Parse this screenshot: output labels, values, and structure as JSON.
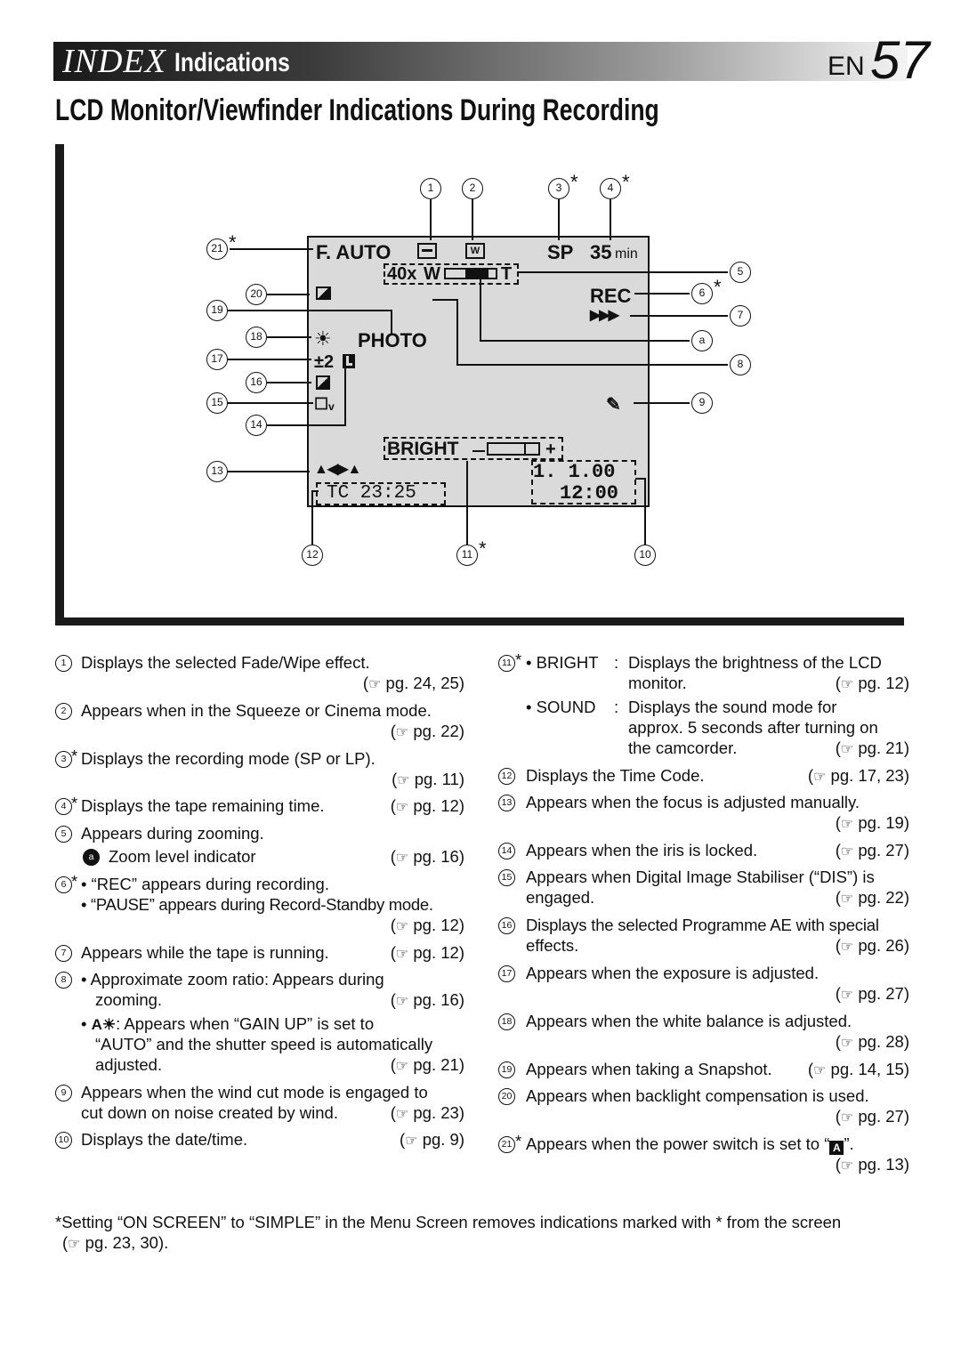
{
  "header": {
    "index_word": "INDEX",
    "indications_word": "Indications",
    "page_prefix": "EN",
    "page_number": "57"
  },
  "section_title": "LCD Monitor/Viewfinder Indications During Recording",
  "lcd": {
    "f_auto": "F. AUTO",
    "tape_mode": "SP",
    "tape_remaining": "35",
    "tape_unit": "min",
    "zoom_ratio": "40x",
    "zoom_w": "W",
    "zoom_t": "T",
    "rec": "REC",
    "photo": "PHOTO",
    "exposure": "±2",
    "bright": "BRIGHT",
    "date": "1.  1.00",
    "time": "12:00",
    "timecode": "TC 23:25"
  },
  "callouts": {
    "c1": "1",
    "c2": "2",
    "c3": "3",
    "c4": "4",
    "c5": "5",
    "c6": "6",
    "c7": "7",
    "c8": "8",
    "c9": "9",
    "c10": "10",
    "c11": "11",
    "c12": "12",
    "c13": "13",
    "c14": "14",
    "c15": "15",
    "c16": "16",
    "c17": "17",
    "c18": "18",
    "c19": "19",
    "c20": "20",
    "c21": "21",
    "ca": "a"
  },
  "left_items": {
    "i1_text": "Displays the selected Fade/Wipe effect.",
    "i1_pg": "pg. 24, 25)",
    "i2_text": "Appears when in the Squeeze or Cinema mode.",
    "i2_pg": "pg. 22)",
    "i3_text": "Displays the recording mode (SP or LP).",
    "i3_pg": "pg. 11)",
    "i4_text": "Displays the tape remaining time.",
    "i4_pg": "pg. 12)",
    "i5_text": "Appears during zooming.",
    "i5a_text": "Zoom level indicator",
    "i5_pg": "pg. 16)",
    "i6_text1": "• “REC” appears during recording.",
    "i6_text2": "• “PAUSE” appears during Record-Standby mode.",
    "i6_pg": "pg. 12)",
    "i7_text": "Appears while the tape is running.",
    "i7_pg": "pg. 12)",
    "i8_text1": "• Approximate zoom ratio: Appears during",
    "i8_text2": "zooming.",
    "i8_pg1": "pg. 16)",
    "i8_text3": ": Appears when “GAIN UP” is set to",
    "i8_text4": "“AUTO” and the shutter speed is automatically",
    "i8_text5": "adjusted.",
    "i8_pg2": "pg. 21)",
    "i9_text1": "Appears when the wind cut mode is engaged to",
    "i9_text2": "cut down on noise created by wind.",
    "i9_pg": "pg. 23)",
    "i10_text": "Displays the date/time.",
    "i10_pg": "pg. 9)"
  },
  "right_items": {
    "i11_bright": "• BRIGHT",
    "i11_bright_desc1": "Displays the brightness of the LCD",
    "i11_bright_desc2": "monitor.",
    "i11_pg1": "pg. 12)",
    "i11_sound": "• SOUND",
    "i11_sound_desc1": "Displays the sound mode for",
    "i11_sound_desc2": "approx. 5 seconds after turning on",
    "i11_sound_desc3": "the camcorder.",
    "i11_pg2": "pg. 21)",
    "i12_text": "Displays the Time Code.",
    "i12_pg": "pg. 17, 23)",
    "i13_text": "Appears when the focus is adjusted manually.",
    "i13_pg": "pg. 19)",
    "i14_text": "Appears when the iris is locked.",
    "i14_pg": "pg. 27)",
    "i15_text1": "Appears when Digital Image Stabiliser (“DIS”) is",
    "i15_text2": "engaged.",
    "i15_pg": "pg. 22)",
    "i16_text1": "Displays the selected Programme AE with special",
    "i16_text2": "effects.",
    "i16_pg": "pg. 26)",
    "i17_text": "Appears when the exposure is adjusted.",
    "i17_pg": "pg. 27)",
    "i18_text": "Appears when the white balance is adjusted.",
    "i18_pg": "pg. 28)",
    "i19_text": "Appears when taking a Snapshot.",
    "i19_pg": "pg. 14, 15)",
    "i20_text": "Appears when backlight compensation is used.",
    "i20_pg": "pg. 27)",
    "i21_text_a": "Appears when the power switch is set to “",
    "i21_icon": "A",
    "i21_text_b": "”.",
    "i21_pg": "pg. 13)"
  },
  "footnote_line1": "Setting “ON SCREEN” to “SIMPLE” in the Menu Screen removes indications marked with * from the screen",
  "footnote_line2": "pg. 23, 30).",
  "icons": {
    "pointing_hand": "☞",
    "star": "*"
  }
}
